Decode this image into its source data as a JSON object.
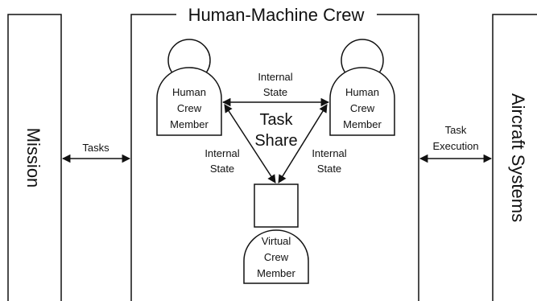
{
  "diagram": {
    "title": "Human-Machine Crew",
    "left_panel": "Mission",
    "right_panel": "Aircraft Systems",
    "human_crew_left": [
      "Human",
      "Crew",
      "Member"
    ],
    "human_crew_right": [
      "Human",
      "Crew",
      "Member"
    ],
    "virtual_crew": [
      "Virtual",
      "Crew",
      "Member"
    ],
    "center_label": [
      "Task",
      "Share"
    ],
    "top_link": [
      "Internal",
      "State"
    ],
    "left_link": [
      "Internal",
      "State"
    ],
    "right_link": [
      "Internal",
      "State"
    ],
    "tasks_label": "Tasks",
    "execution_label": [
      "Task",
      "Execution"
    ]
  },
  "colors": {
    "stroke": "#111111",
    "background": "#ffffff"
  }
}
